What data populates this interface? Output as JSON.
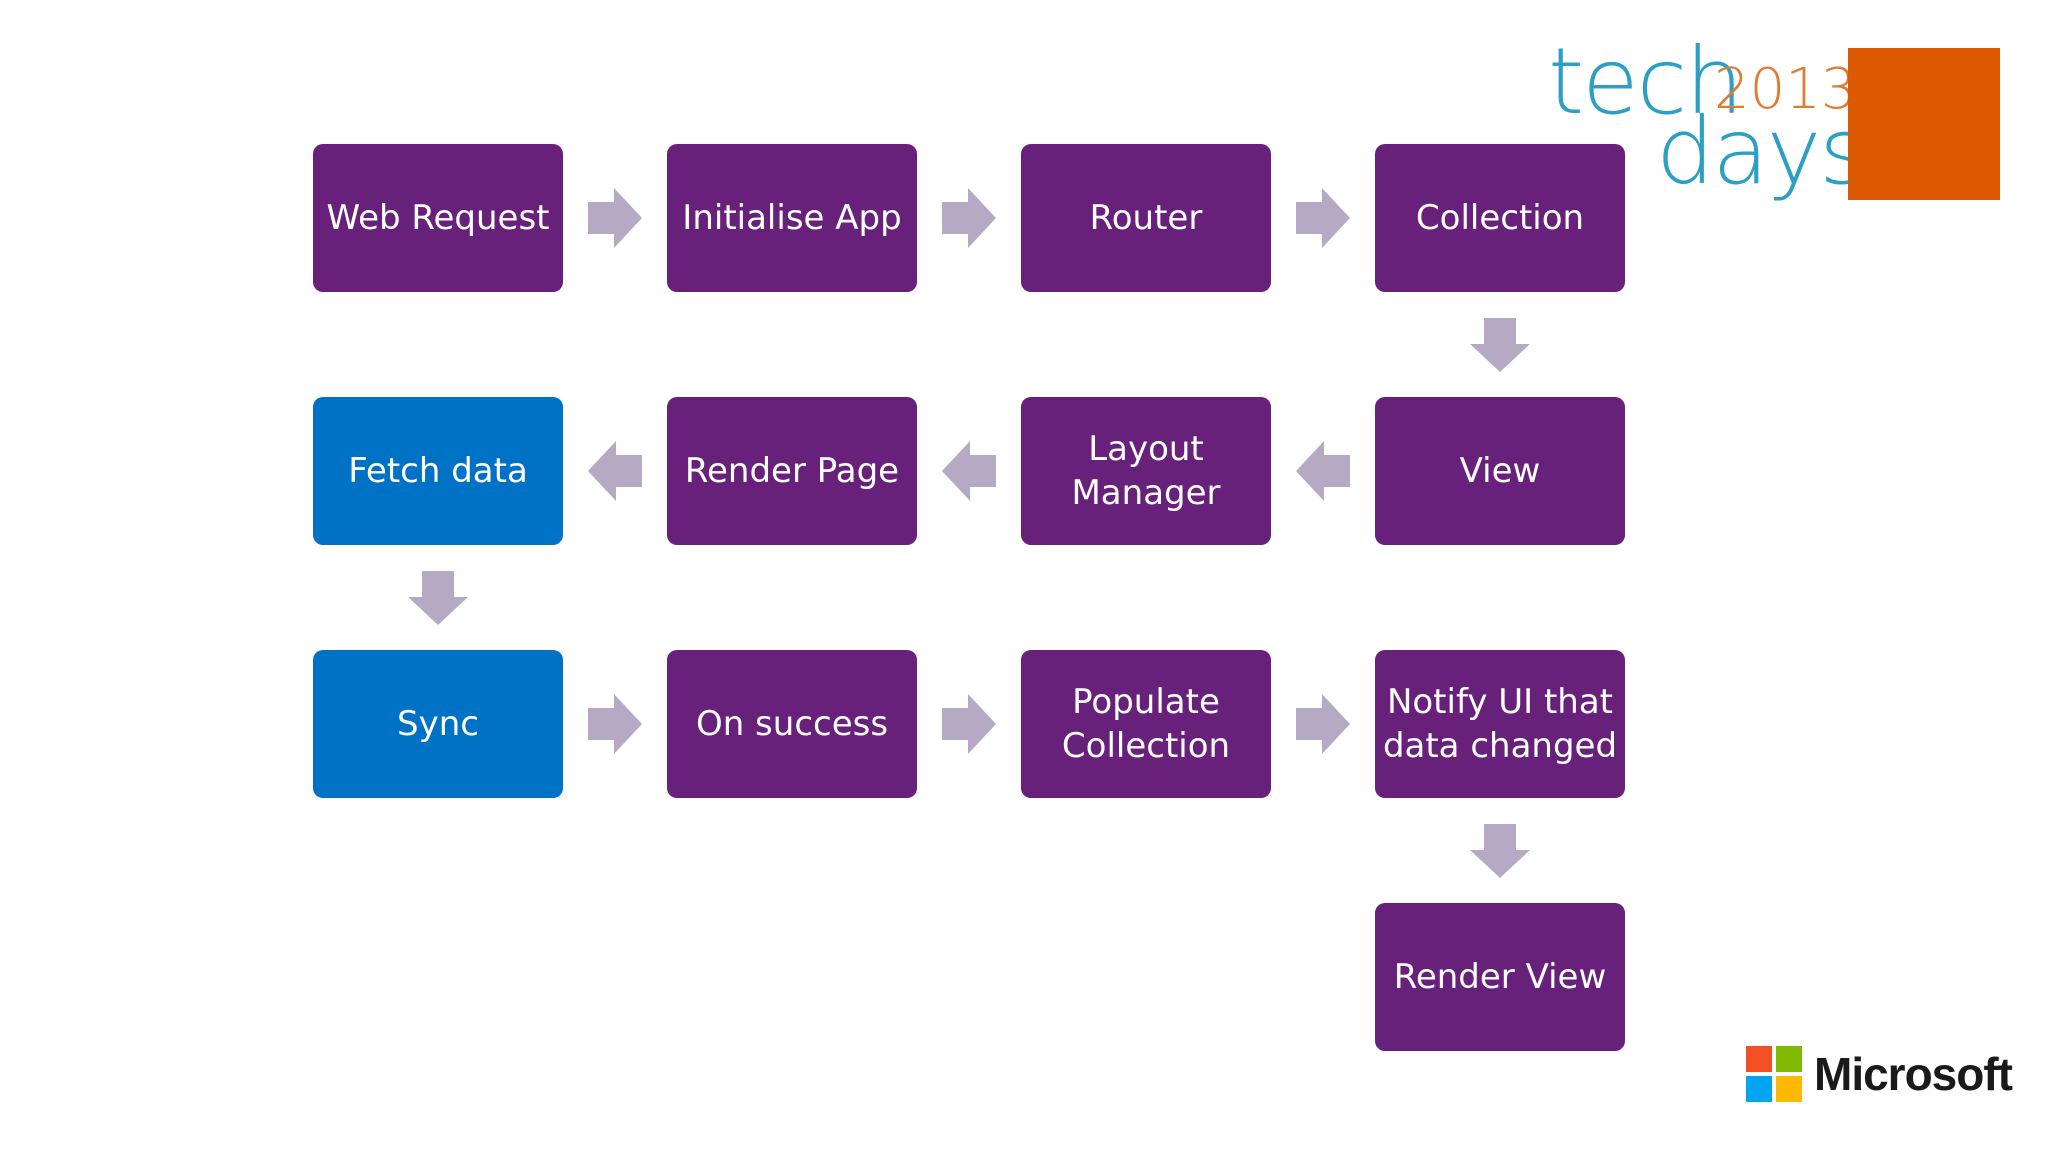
{
  "colors": {
    "process_box": "#68217a",
    "highlight_box": "#0072c6",
    "arrow": "#b5a9c3",
    "logo_orange": "#dd5900",
    "logo_blue": "#2ba0c4",
    "logo_year": "#e07b2f"
  },
  "diagram": {
    "nodes": [
      {
        "id": "web-request",
        "label": "Web Request",
        "style": "process"
      },
      {
        "id": "initialise-app",
        "label": "Initialise App",
        "style": "process"
      },
      {
        "id": "router",
        "label": "Router",
        "style": "process"
      },
      {
        "id": "collection",
        "label": "Collection",
        "style": "process"
      },
      {
        "id": "view",
        "label": "View",
        "style": "process"
      },
      {
        "id": "layout-manager",
        "label": "Layout\nManager",
        "style": "process"
      },
      {
        "id": "render-page",
        "label": "Render Page",
        "style": "process"
      },
      {
        "id": "fetch-data",
        "label": "Fetch data",
        "style": "highlight"
      },
      {
        "id": "sync",
        "label": "Sync",
        "style": "highlight"
      },
      {
        "id": "on-success",
        "label": "On success",
        "style": "process"
      },
      {
        "id": "populate-collection",
        "label": "Populate\nCollection",
        "style": "process"
      },
      {
        "id": "notify-ui",
        "label": "Notify UI that\ndata changed",
        "style": "process"
      },
      {
        "id": "render-view",
        "label": "Render View",
        "style": "process"
      }
    ],
    "edges": [
      {
        "from": "web-request",
        "to": "initialise-app",
        "direction": "right"
      },
      {
        "from": "initialise-app",
        "to": "router",
        "direction": "right"
      },
      {
        "from": "router",
        "to": "collection",
        "direction": "right"
      },
      {
        "from": "collection",
        "to": "view",
        "direction": "down"
      },
      {
        "from": "view",
        "to": "layout-manager",
        "direction": "left"
      },
      {
        "from": "layout-manager",
        "to": "render-page",
        "direction": "left"
      },
      {
        "from": "render-page",
        "to": "fetch-data",
        "direction": "left"
      },
      {
        "from": "fetch-data",
        "to": "sync",
        "direction": "down"
      },
      {
        "from": "sync",
        "to": "on-success",
        "direction": "right"
      },
      {
        "from": "on-success",
        "to": "populate-collection",
        "direction": "right"
      },
      {
        "from": "populate-collection",
        "to": "notify-ui",
        "direction": "right"
      },
      {
        "from": "notify-ui",
        "to": "render-view",
        "direction": "down"
      }
    ]
  },
  "branding": {
    "event_logo": {
      "word1": "tech",
      "word2": "days",
      "year": "2013"
    },
    "company_logo": {
      "name": "Microsoft",
      "tile_colors": [
        "#f25022",
        "#7fba00",
        "#00a4ef",
        "#ffb900"
      ]
    }
  }
}
